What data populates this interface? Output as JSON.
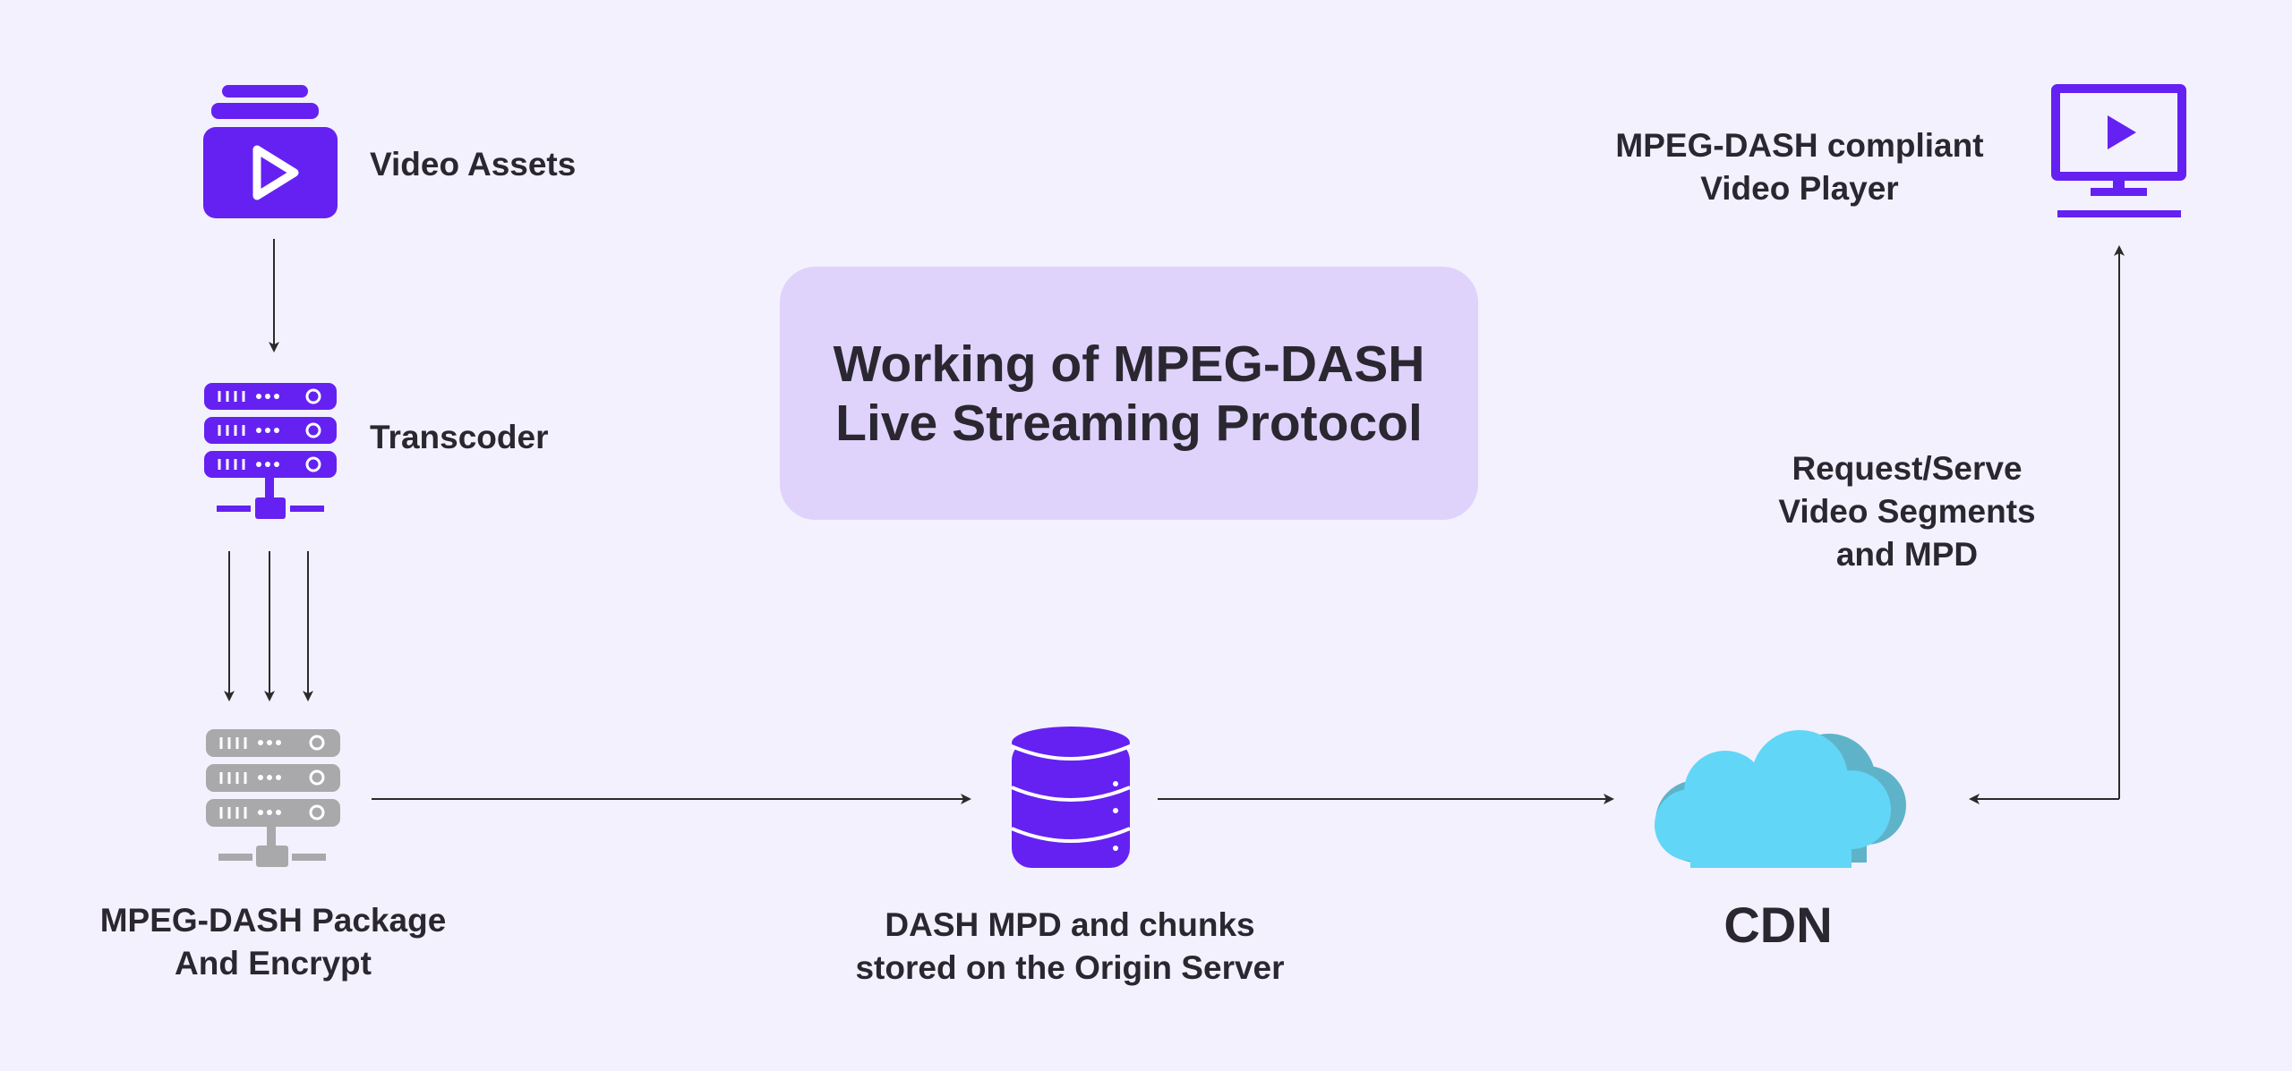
{
  "title": {
    "line1": "Working of MPEG-DASH",
    "line2": "Live Streaming Protocol"
  },
  "nodes": {
    "video_assets": {
      "label": "Video Assets",
      "icon": "video-library-icon"
    },
    "transcoder": {
      "label": "Transcoder",
      "icon": "server-rack-icon"
    },
    "packager": {
      "line1": "MPEG-DASH Package",
      "line2": "And Encrypt",
      "icon": "server-rack-icon"
    },
    "origin": {
      "line1": "DASH MPD and chunks",
      "line2": "stored on the Origin Server",
      "icon": "database-icon"
    },
    "cdn": {
      "label": "CDN",
      "icon": "cloud-icon"
    },
    "player": {
      "line1": "MPEG-DASH compliant",
      "line2": "Video Player",
      "icon": "monitor-play-icon"
    }
  },
  "edge_label": {
    "line1": "Request/Serve",
    "line2": "Video Segments",
    "line3": "and MPD"
  },
  "colors": {
    "background": "#f3f1fd",
    "accent_purple": "#6521f2",
    "title_box": "#dfd3fc",
    "packager_gray": "#a9a9ab",
    "cloud_blue": "#62d6f7",
    "cloud_shadow": "#5fb3c9",
    "arrow": "#2b2b2b"
  }
}
